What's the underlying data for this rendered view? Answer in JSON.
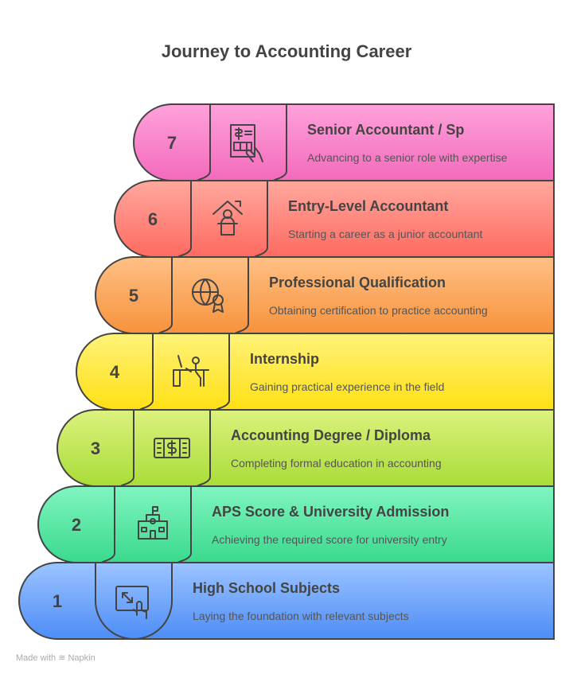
{
  "title": "Journey to Accounting Career",
  "steps": [
    {
      "number": "1",
      "title": "High School Subjects",
      "description": "Laying the foundation with relevant subjects",
      "icon": "resize-touch-icon",
      "colors": [
        "#9cc4ff",
        "#4d8df7"
      ]
    },
    {
      "number": "2",
      "title": "APS Score & University Admission",
      "description": "Achieving the required score for university entry",
      "icon": "school-building-icon",
      "colors": [
        "#80f5c0",
        "#3ad98d"
      ]
    },
    {
      "number": "3",
      "title": "Accounting Degree / Diploma",
      "description": "Completing formal education in accounting",
      "icon": "banknote-icon",
      "colors": [
        "#dcf27e",
        "#a9dc38"
      ]
    },
    {
      "number": "4",
      "title": "Internship",
      "description": "Gaining practical experience in the field",
      "icon": "person-at-desk-icon",
      "colors": [
        "#fff27a",
        "#ffe014"
      ]
    },
    {
      "number": "5",
      "title": "Professional Qualification",
      "description": "Obtaining certification to practice accounting",
      "icon": "globe-certificate-icon",
      "colors": [
        "#ffc085",
        "#f7923c"
      ]
    },
    {
      "number": "6",
      "title": "Entry-Level Accountant",
      "description": "Starting a career as a junior accountant",
      "icon": "person-podium-house-icon",
      "colors": [
        "#ffa89e",
        "#ff6a60"
      ]
    },
    {
      "number": "7",
      "title": "Senior Accountant / Sp",
      "description": "Advancing to a senior role with expertise",
      "icon": "invoice-hand-icon",
      "colors": [
        "#ffa2da",
        "#f36abc"
      ]
    }
  ],
  "watermark": "Made with ≋ Napkin"
}
